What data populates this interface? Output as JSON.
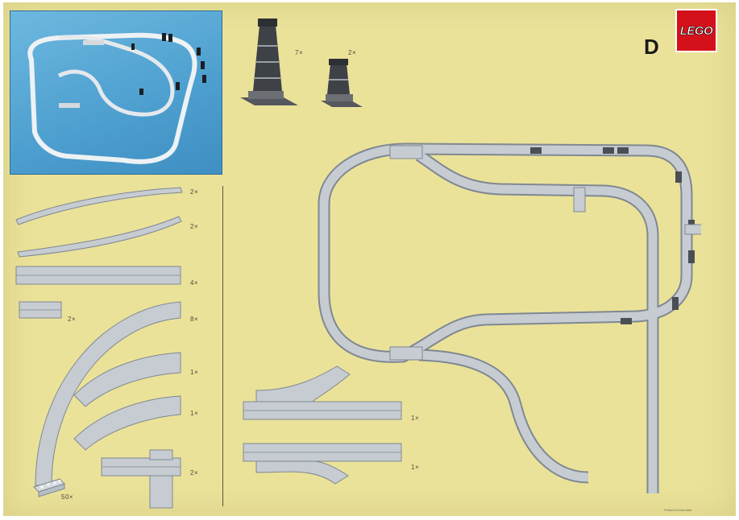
{
  "header": {
    "brand_logo_text": "LEGO",
    "set_letter": "D"
  },
  "supports": {
    "tall_quantity": "7×",
    "short_quantity": "2×"
  },
  "parts": [
    {
      "name": "flexible-rail",
      "quantity": "2×"
    },
    {
      "name": "flexible-rail-reversed",
      "quantity": "2×"
    },
    {
      "name": "straight-rail",
      "quantity": "4×"
    },
    {
      "name": "short-straight-rail",
      "quantity": "2×"
    },
    {
      "name": "large-curve-rail",
      "quantity": "8×"
    },
    {
      "name": "left-curve-rail",
      "quantity": "1×"
    },
    {
      "name": "right-curve-rail",
      "quantity": "1×"
    },
    {
      "name": "ramp-rail",
      "quantity": "2×"
    },
    {
      "name": "small-brick",
      "quantity": "50×"
    }
  ],
  "switches": [
    {
      "name": "left-switch",
      "quantity": "1×"
    },
    {
      "name": "right-switch",
      "quantity": "1×"
    }
  ],
  "colors": {
    "background": "#ebe29a",
    "track": "#c6ccd2",
    "track_edge": "#7f8891",
    "support": "#3e4247",
    "photo_water": "#4d9fcf",
    "logo_red": "#d4111b"
  },
  "footer_text": "Printed in Denmark"
}
